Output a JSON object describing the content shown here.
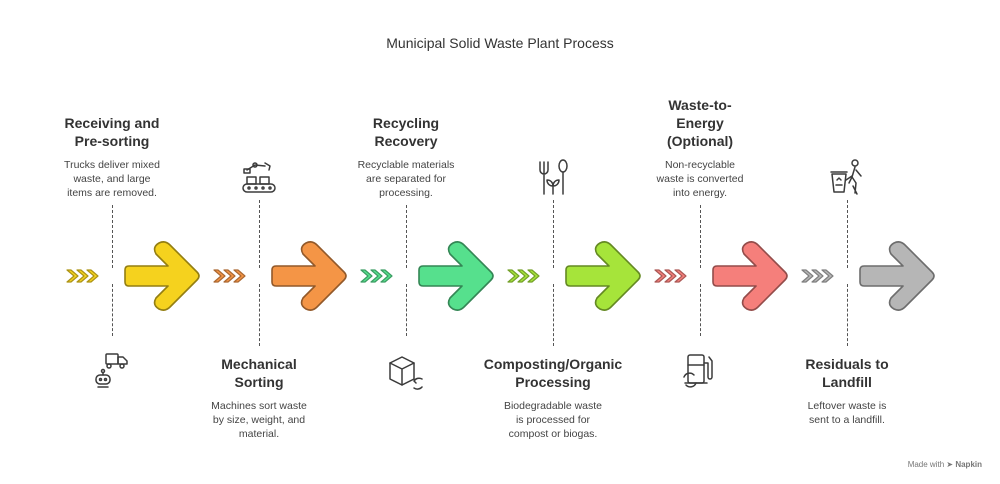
{
  "title": "Municipal Solid Waste Plant Process",
  "steps": [
    {
      "title_lines": [
        "Receiving and",
        "Pre-sorting"
      ],
      "desc_lines": [
        "Trucks deliver mixed",
        "waste, and large",
        "items are removed."
      ],
      "color": "#F5D21E",
      "icon": "truck-robot-icon"
    },
    {
      "title_lines": [
        "Mechanical",
        "Sorting"
      ],
      "desc_lines": [
        "Machines sort waste",
        "by size, weight, and",
        "material."
      ],
      "color": "#F49546",
      "icon": "robotic-arm-conveyor-icon"
    },
    {
      "title_lines": [
        "Recycling",
        "Recovery"
      ],
      "desc_lines": [
        "Recyclable materials",
        "are separated for",
        "processing."
      ],
      "color": "#56E08D",
      "icon": "box-recycle-icon"
    },
    {
      "title_lines": [
        "Composting/Organic",
        "Processing"
      ],
      "desc_lines": [
        "Biodegradable waste",
        "is processed for",
        "compost or biogas."
      ],
      "color": "#A6E43A",
      "icon": "fork-spoon-sprout-icon"
    },
    {
      "title_lines": [
        "Waste-to-",
        "Energy",
        "(Optional)"
      ],
      "desc_lines": [
        "Non-recyclable",
        "waste is converted",
        "into energy."
      ],
      "color": "#F57F7B",
      "icon": "fuel-pump-recycle-icon"
    },
    {
      "title_lines": [
        "Residuals to",
        "Landfill"
      ],
      "desc_lines": [
        "Leftover waste is",
        "sent to a landfill."
      ],
      "color": "#B6B6B6",
      "icon": "person-trash-can-icon"
    }
  ],
  "footer": {
    "made_with": "Made with",
    "brand": "Napkin"
  }
}
